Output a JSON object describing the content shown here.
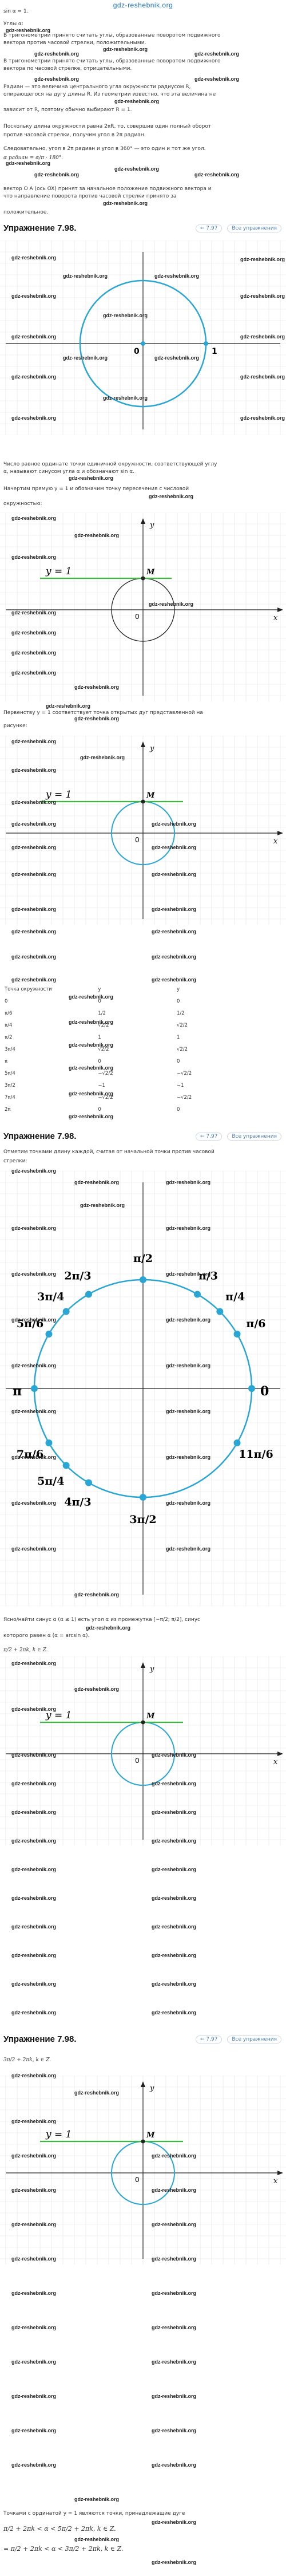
{
  "site": {
    "logo": "gdz-reshebnik.org"
  },
  "watermark": "gdz-reshebnik.org",
  "texts": [
    {
      "id": "t1",
      "text": "sin α = 1."
    },
    {
      "id": "t2",
      "text": "Углы α:"
    },
    {
      "id": "t3",
      "text": "В тригонометрии принято считать углы, образованные поворотом подвижного"
    },
    {
      "id": "t4",
      "text": "вектора против часовой стрелки, положительными."
    },
    {
      "id": "t5",
      "text": "В тригонометрии принято считать углы, образованные поворотом подвижного"
    },
    {
      "id": "t6",
      "text": "вектора по часовой стрелке, отрицательными."
    },
    {
      "id": "t7",
      "text": "Радиан — это величина центрального угла окружности радиусом R,"
    },
    {
      "id": "t8",
      "text": "опирающегося на дугу длины R. Из геометрии известно, что эта величина не"
    },
    {
      "id": "t9",
      "text": "зависит от R, поэтому обычно выбирают R = 1."
    },
    {
      "id": "t10",
      "text": "Поскольку длина окружности равна 2πR, то, совершив один полный оборот"
    },
    {
      "id": "t11",
      "text": "против часовой стрелки, получим угол в 2π радиан."
    },
    {
      "id": "t12",
      "text": "Следовательно, угол в 2π радиан и угол в 360° — это один и тот же угол."
    },
    {
      "id": "t13",
      "text": "α радиан = α/π · 180°."
    },
    {
      "id": "t14",
      "text": "вектор O A (ось OX) принят за начальное положение подвижного вектора и"
    },
    {
      "id": "t15",
      "text": "что направление поворота против часовой стрелки принято за"
    },
    {
      "id": "t16",
      "text": "положительное."
    },
    {
      "id": "t17",
      "text": "Число равное ординате точки единичной окружности, соответствующей углу"
    },
    {
      "id": "t18",
      "text": "α, называют синусом угла α и обозначают sin α."
    },
    {
      "id": "t19",
      "text": "Начертим прямую y = 1 и обозначим точку пересечения с числовой"
    },
    {
      "id": "t20",
      "text": "окружностью:"
    },
    {
      "id": "t21",
      "text": "Первенству y = 1 соответствует точка открытых дуг представленной на"
    },
    {
      "id": "t22",
      "text": "рисунке:"
    },
    {
      "id": "t23",
      "text": "Отметим точками длину каждой, считая от начальной точки против часовой"
    },
    {
      "id": "t24",
      "text": "стрелки:"
    },
    {
      "id": "t25",
      "text": "Ясно/найти синус α (α ≤ 1) есть угол α из промежутка [−π/2; π/2], синус"
    },
    {
      "id": "t26",
      "text": "которого равен α (α = arcsin α)."
    },
    {
      "id": "t27",
      "text": "π/2 + 2πk, k ∈ Z."
    },
    {
      "id": "t28",
      "text": "3π/2 + 2πk, k ∈ Z."
    },
    {
      "id": "t29",
      "text": "Точками с ординатой y = 1 являются точки, принадлежащие дуге"
    },
    {
      "id": "t30",
      "text": "π/2 + 2πk < α < 5π/2 + 2πk, k ∈ Z."
    },
    {
      "id": "t31",
      "text": "= π/2 + 2πk < α < 3π/2 + 2πk, k ∈ Z."
    }
  ],
  "exercises": [
    {
      "id": "ex1",
      "heading": "Упражнение 7.98.",
      "nav_left": "← 7.97",
      "nav_right": "Все упражнения"
    },
    {
      "id": "ex2",
      "heading": "Упражнение 7.98.",
      "nav_left": "← 7.97",
      "nav_right": "Все упражнения"
    },
    {
      "id": "ex3",
      "heading": "Упражнение 7.98.",
      "nav_left": "← 7.97",
      "nav_right": "Все упражнения"
    }
  ],
  "figures": {
    "unit_circle": {
      "labels": {
        "zero": "0",
        "one": "1"
      }
    },
    "sine_line": {
      "labels": {
        "y_axis": "y",
        "x_axis": "x",
        "line": "y = 1",
        "point": "M",
        "zero": "0"
      }
    },
    "angles_circle": {
      "labels": {
        "zero": "0",
        "pi": "π"
      },
      "angles": [
        {
          "label": "π/2",
          "deg": 90
        },
        {
          "label": "π/3",
          "deg": 60
        },
        {
          "label": "π/4",
          "deg": 45
        },
        {
          "label": "π/6",
          "deg": 30
        },
        {
          "label": "2π/3",
          "deg": 120
        },
        {
          "label": "3π/4",
          "deg": 135
        },
        {
          "label": "5π/6",
          "deg": 150
        },
        {
          "label": "7π/6",
          "deg": 210
        },
        {
          "label": "5π/4",
          "deg": 225
        },
        {
          "label": "4π/3",
          "deg": 240
        },
        {
          "label": "3π/2",
          "deg": 270
        },
        {
          "label": "11π/6",
          "deg": 330
        }
      ]
    }
  },
  "table": {
    "headers": [
      "Точка окружности",
      "y",
      "y"
    ],
    "rows": [
      [
        "0",
        "0",
        "0"
      ],
      [
        "π/6",
        "1/2",
        "1/2"
      ],
      [
        "π/4",
        "√2/2",
        "√2/2"
      ],
      [
        "π/2",
        "1",
        "1"
      ],
      [
        "3π/4",
        "√2/2",
        "√2/2"
      ],
      [
        "π",
        "0",
        "0"
      ],
      [
        "5π/4",
        "−√2/2",
        "−√2/2"
      ],
      [
        "3π/2",
        "−1",
        "−1"
      ],
      [
        "7π/4",
        "−√2/2",
        "−√2/2"
      ],
      [
        "2π",
        "0",
        "0"
      ]
    ]
  },
  "colors": {
    "circle": "#29a6d3",
    "line": "#3cb83c",
    "axis": "#222222",
    "logo": "#1b73c4"
  }
}
